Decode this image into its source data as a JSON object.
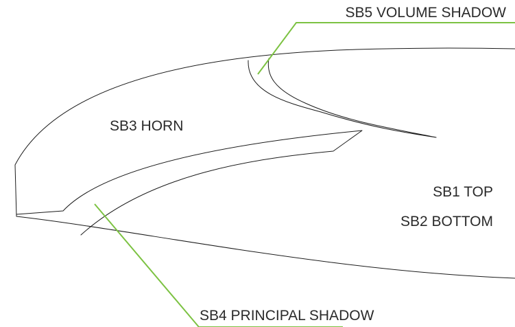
{
  "labels": {
    "sb5": "SB5 VOLUME SHADOW",
    "sb3": "SB3 HORN",
    "sb1": "SB1 TOP",
    "sb2": "SB2 BOTTOM",
    "sb4": "SB4 PRINCIPAL SHADOW"
  },
  "colors": {
    "outline": "#1a1a1a",
    "leader": "#7cc242",
    "text": "#2a2a2a",
    "background": "#ffffff"
  }
}
